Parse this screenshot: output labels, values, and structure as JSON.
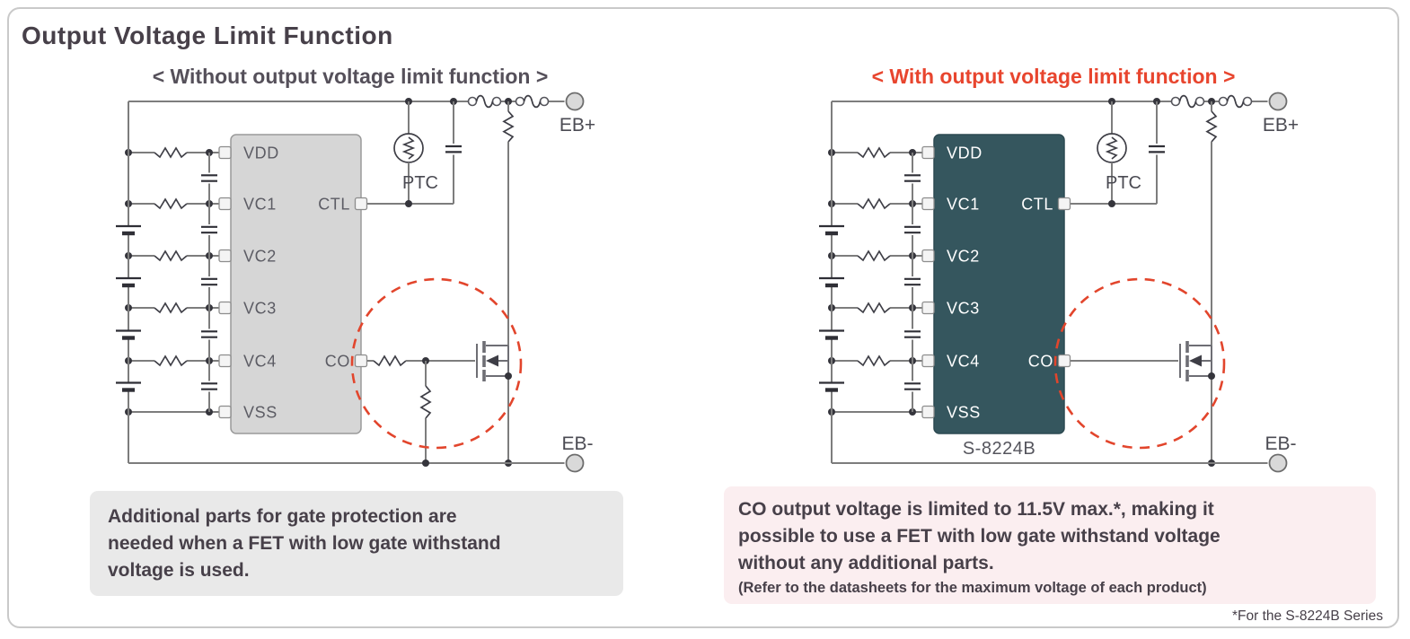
{
  "page": {
    "title": "Output Voltage Limit Function",
    "footnote": "*For the S-8224B Series"
  },
  "panels": {
    "without": {
      "header": "< Without output voltage limit function >",
      "caption_lines": [
        "Additional parts for gate protection are",
        "needed when a FET with low gate withstand",
        "voltage is used."
      ]
    },
    "with": {
      "header": "< With output voltage limit function >",
      "chip_label": "S-8224B",
      "caption_lines": [
        "CO output voltage is limited to 11.5V max.*, making it",
        "possible to use a FET with low gate withstand voltage",
        "without any additional parts."
      ],
      "caption_note": "(Refer to the datasheets for the maximum voltage of each product)"
    }
  },
  "circuit": {
    "left_pins": [
      "VDD",
      "VC1",
      "VC2",
      "VC3",
      "VC4",
      "VSS"
    ],
    "right_pins": [
      "CTL",
      "CO"
    ],
    "terminal_positive": "EB+",
    "terminal_negative": "EB-",
    "ptc_label": "PTC"
  },
  "colors": {
    "accent_red": "#e8452e",
    "ic_plain_fill": "#d6d6d6",
    "ic_plain_stroke": "#9a9a9a",
    "ic_limit_fill": "#35565e",
    "ic_limit_stroke": "#2d4a52",
    "pin_text_plain": "#5c5c64",
    "pin_text_limit": "#ffffff",
    "caption_gray_bg": "#e9e9e9",
    "caption_pink_bg": "#fbeef0",
    "dashed_circle": "#e2452c"
  }
}
